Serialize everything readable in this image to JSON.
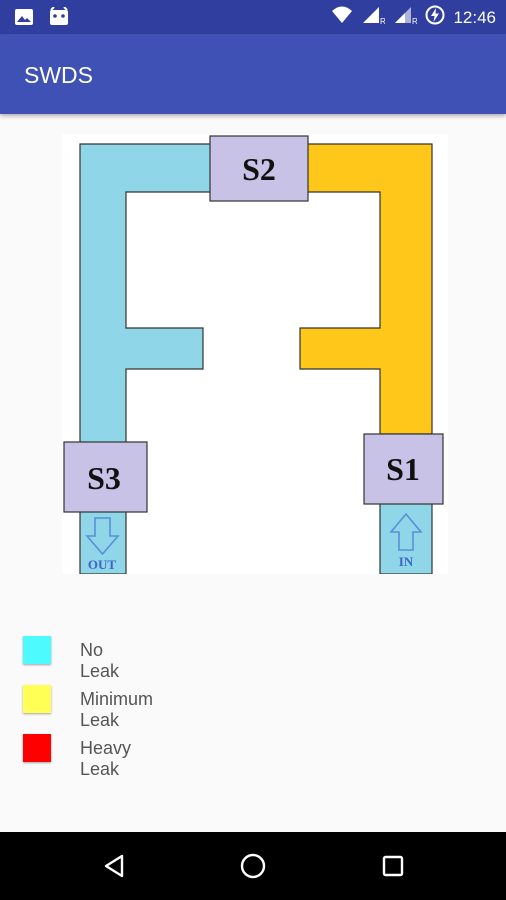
{
  "status_bar": {
    "time": "12:46",
    "left_icons": [
      "image-icon",
      "android-icon"
    ],
    "right_icons": [
      "wifi-icon",
      "signal-r-icon",
      "signal-r-icon",
      "battery-charging-icon"
    ]
  },
  "app_bar": {
    "title": "SWDS"
  },
  "diagram": {
    "sections": [
      {
        "label": "S1",
        "status": "Minimum Leak"
      },
      {
        "label": "S2",
        "status": "No Leak"
      },
      {
        "label": "S3",
        "status": "No Leak"
      }
    ],
    "inlet_label": "IN",
    "outlet_label": "OUT",
    "colors": {
      "no_leak": "#8fd6e8",
      "minimum_leak": "#ffc71a",
      "sensor_box": "#c8c2e6",
      "arrow": "#5b8fd6"
    }
  },
  "legend": [
    {
      "label": "No Leak",
      "color": "#4dfbff"
    },
    {
      "label": "Minimum Leak",
      "color": "#ffff55"
    },
    {
      "label": "Heavy Leak",
      "color": "#ff0000"
    }
  ],
  "nav_bar": {
    "buttons": [
      "back-icon",
      "home-icon",
      "recents-icon"
    ]
  }
}
